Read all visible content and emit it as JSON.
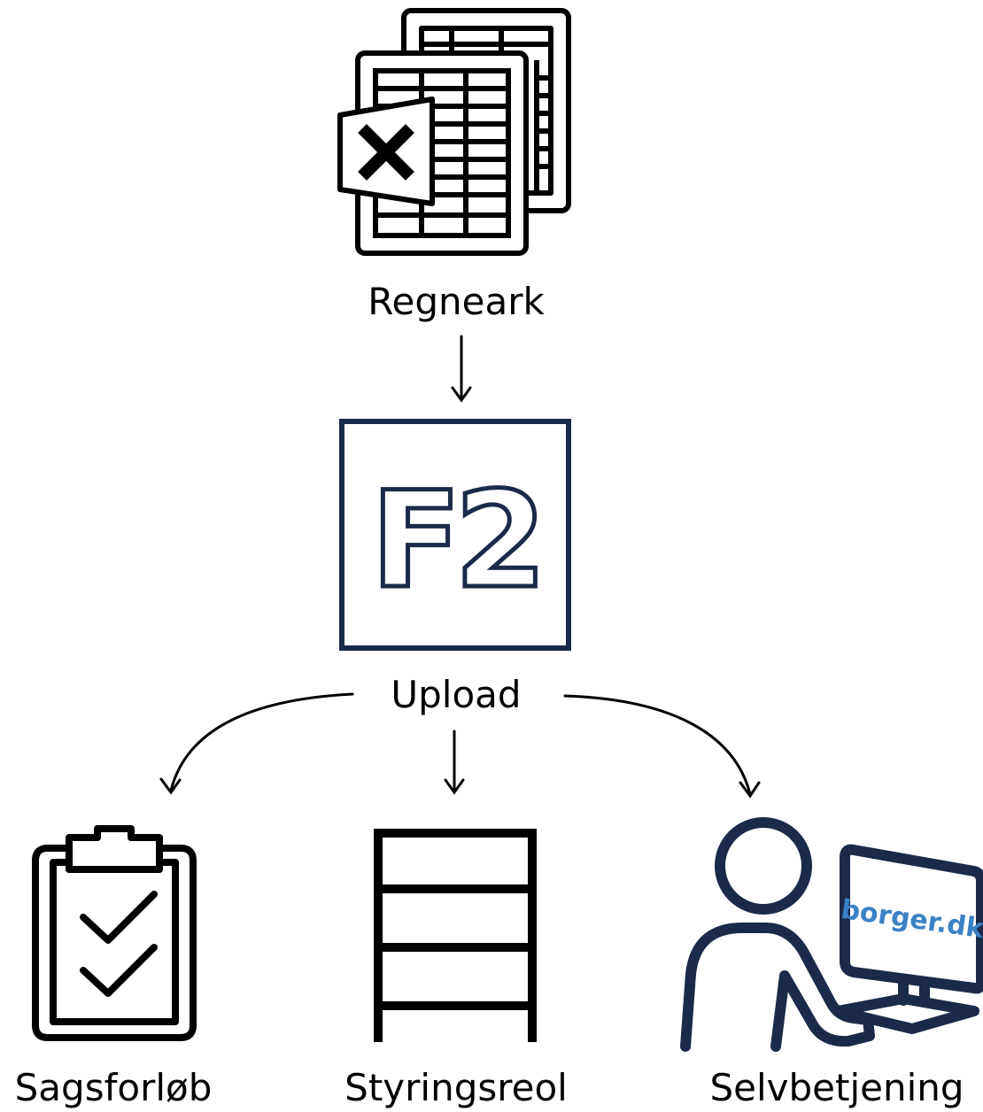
{
  "nodes": {
    "regneark": {
      "label": "Regneark",
      "icon": "spreadsheet-excel-icon"
    },
    "f2": {
      "logo_text": "F2",
      "icon": "f2-logo"
    },
    "upload": {
      "label": "Upload"
    },
    "sagsforlob": {
      "label": "Sagsforløb",
      "icon": "clipboard-checklist-icon"
    },
    "styringsreol": {
      "label": "Styringsreol",
      "icon": "shelf-icon"
    },
    "selvbetjening": {
      "label": "Selvbetjening",
      "icon": "person-computer-icon",
      "screen_text": "borger.dk"
    }
  },
  "colors": {
    "navy": "#1b2a4a",
    "borger_blue": "#3b82c4",
    "black": "#000000"
  }
}
